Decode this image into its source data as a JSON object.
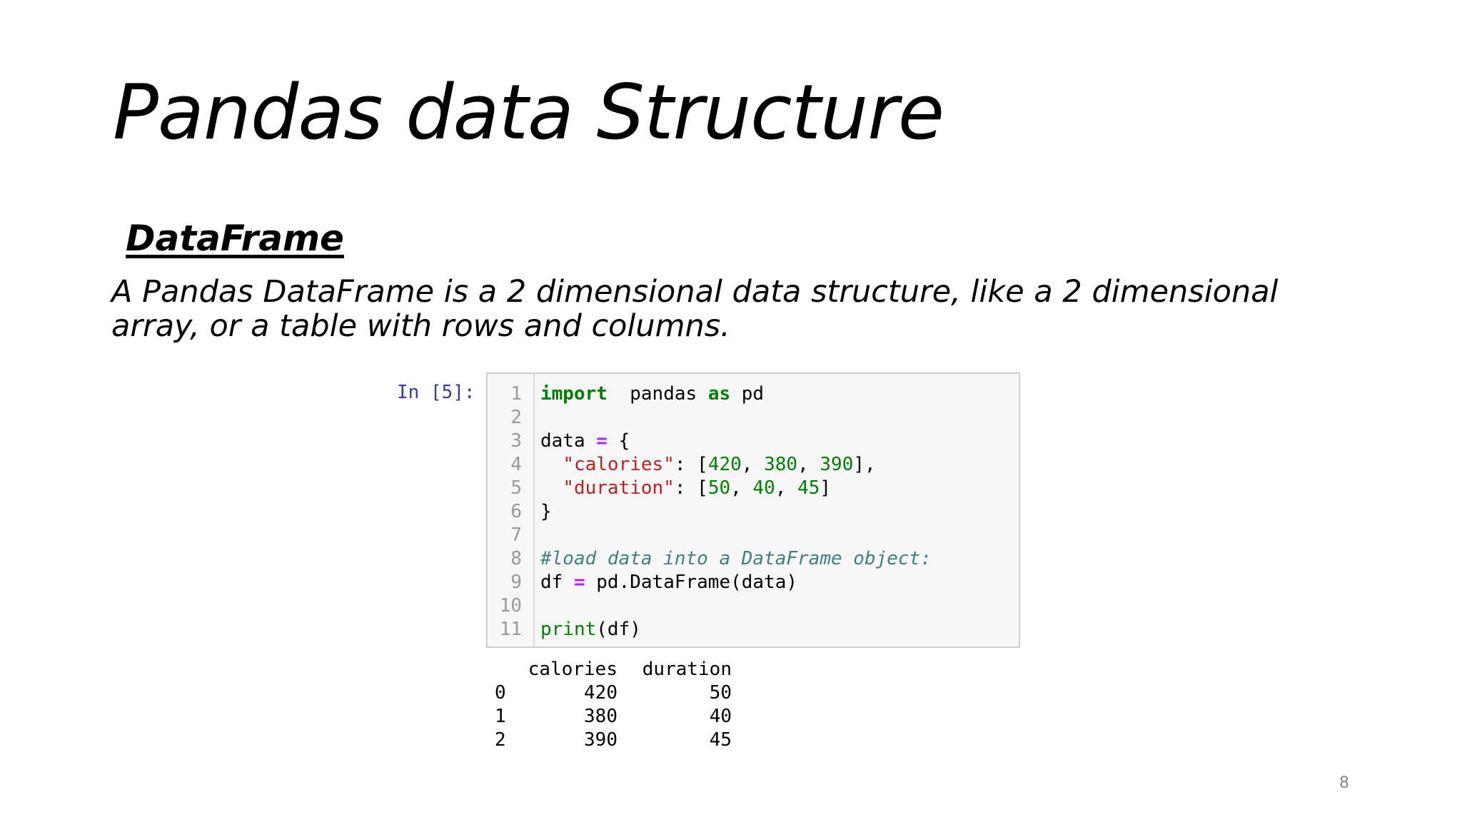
{
  "title": "Pandas data Structure",
  "section_heading": "DataFrame",
  "description": "A Pandas DataFrame is a 2 dimensional data structure, like a 2 dimensional array, or a table with rows and columns.",
  "notebook": {
    "prompt": "In [5]:",
    "code_lines": [
      {
        "num": "1",
        "tokens": [
          [
            "kw",
            "import"
          ],
          [
            "",
            "  pandas "
          ],
          [
            "kw",
            "as"
          ],
          [
            "",
            " pd"
          ]
        ]
      },
      {
        "num": "2",
        "tokens": []
      },
      {
        "num": "3",
        "tokens": [
          [
            "",
            "data "
          ],
          [
            "op",
            "="
          ],
          [
            "",
            " {"
          ]
        ]
      },
      {
        "num": "4",
        "tokens": [
          [
            "",
            "  "
          ],
          [
            "str",
            "\"calories\""
          ],
          [
            "",
            ": ["
          ],
          [
            "num",
            "420"
          ],
          [
            "",
            ", "
          ],
          [
            "num",
            "380"
          ],
          [
            "",
            ", "
          ],
          [
            "num",
            "390"
          ],
          [
            "",
            "],"
          ]
        ]
      },
      {
        "num": "5",
        "tokens": [
          [
            "",
            "  "
          ],
          [
            "str",
            "\"duration\""
          ],
          [
            "",
            ": ["
          ],
          [
            "num",
            "50"
          ],
          [
            "",
            ", "
          ],
          [
            "num",
            "40"
          ],
          [
            "",
            ", "
          ],
          [
            "num",
            "45"
          ],
          [
            "",
            "]"
          ]
        ]
      },
      {
        "num": "6",
        "tokens": [
          [
            "",
            "}"
          ]
        ]
      },
      {
        "num": "7",
        "tokens": []
      },
      {
        "num": "8",
        "tokens": [
          [
            "cm",
            "#load data into a DataFrame object:"
          ]
        ]
      },
      {
        "num": "9",
        "tokens": [
          [
            "",
            "df "
          ],
          [
            "op",
            "="
          ],
          [
            "",
            " pd.DataFrame(data)"
          ]
        ]
      },
      {
        "num": "10",
        "tokens": []
      },
      {
        "num": "11",
        "tokens": [
          [
            "bi",
            "print"
          ],
          [
            "",
            "(df)"
          ]
        ]
      }
    ],
    "output": {
      "columns": [
        "calories",
        "duration"
      ],
      "rows": [
        [
          "0",
          "420",
          "50"
        ],
        [
          "1",
          "380",
          "40"
        ],
        [
          "2",
          "390",
          "45"
        ]
      ]
    }
  },
  "page_number": "8"
}
